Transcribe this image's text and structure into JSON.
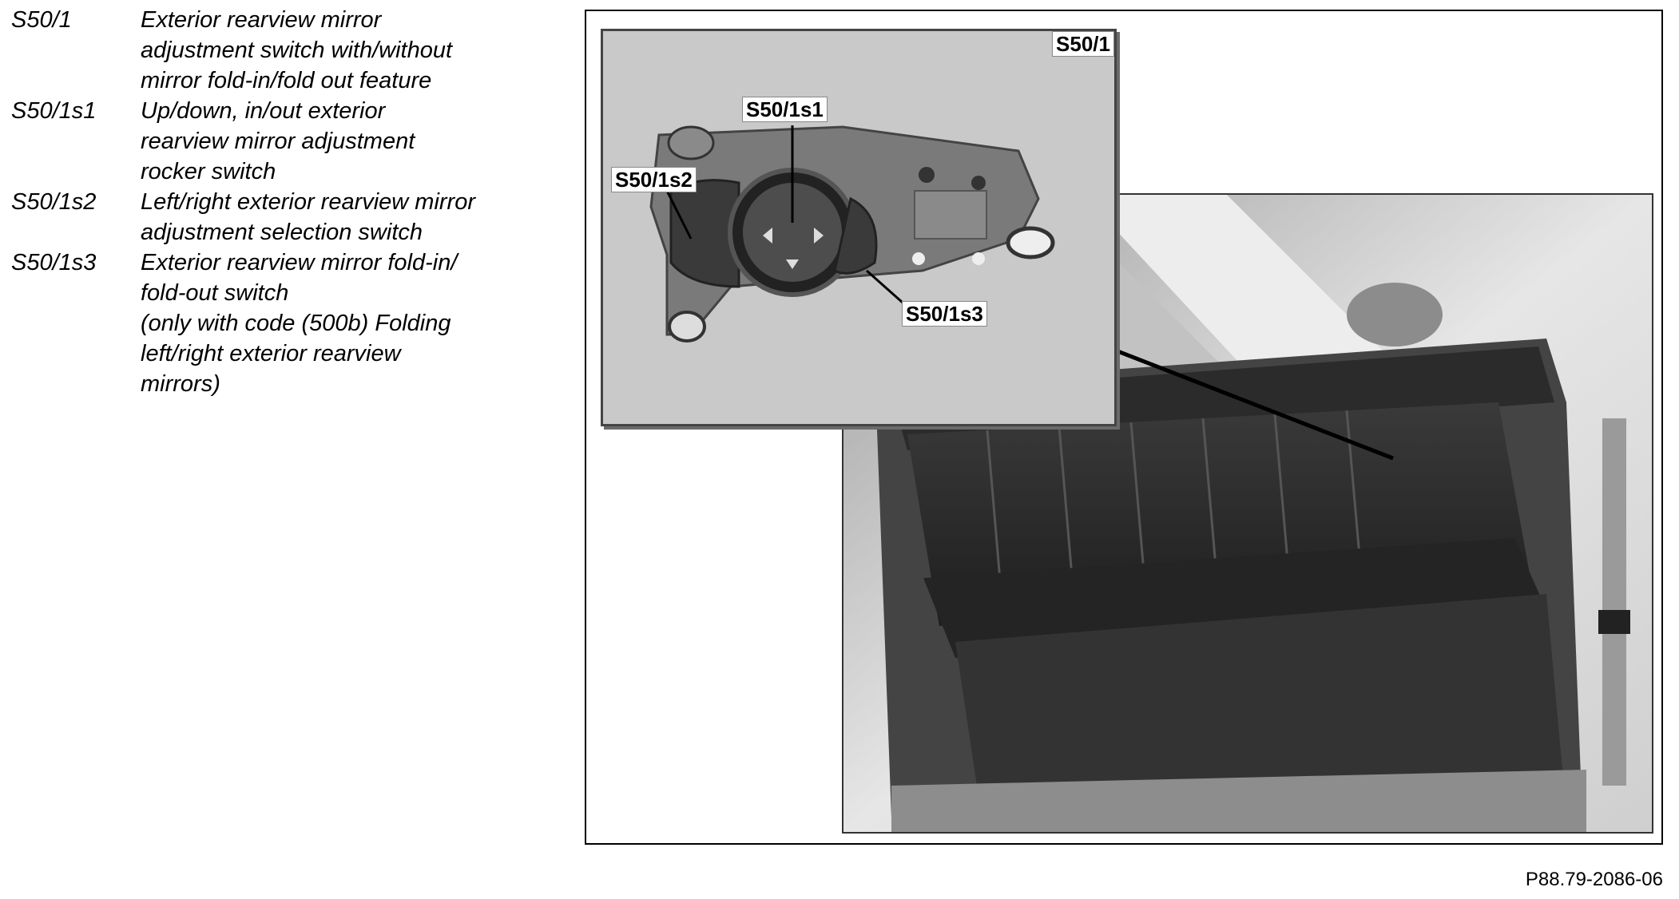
{
  "legend": [
    {
      "code": "S50/1",
      "text": "Exterior rearview mirror\nadjustment switch with/without\nmirror fold-in/fold out feature"
    },
    {
      "code": "S50/1s1",
      "text": "Up/down, in/out exterior\nrearview mirror adjustment\nrocker switch"
    },
    {
      "code": "S50/1s2",
      "text": "Left/right exterior rearview mirror\nadjustment selection switch"
    },
    {
      "code": "S50/1s3",
      "text": "Exterior rearview mirror fold-in/\nfold-out switch\n(only with code (500b) Folding\nleft/right exterior rearview\nmirrors)"
    }
  ],
  "figure": {
    "inset_title": "S50/1",
    "callouts": {
      "s1": "S50/1s1",
      "s2": "S50/1s2",
      "s3": "S50/1s3"
    },
    "reference": "P88.79-2086-06"
  },
  "colors": {
    "photo_bg": "#b9b9b9",
    "inset_bg": "#c9c9c9",
    "trim_dark": "#2b2b2b"
  }
}
